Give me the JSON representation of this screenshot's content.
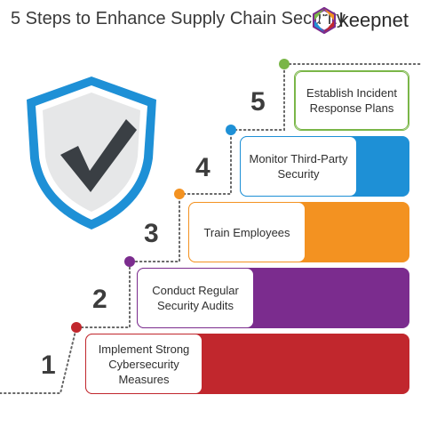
{
  "title": "5 Steps to Enhance Supply Chain Security",
  "brand": {
    "name": "keepnet"
  },
  "colors": {
    "step1": "#c1272d",
    "step2": "#7b2c8e",
    "step3": "#f39221",
    "step4": "#1e90d6",
    "step5": "#7ab648",
    "shield_outer": "#1e90d6",
    "shield_inner": "#e6e7e8",
    "check": "#3a3f44"
  },
  "steps": [
    {
      "number": "1",
      "label": "Implement Strong Cybersecurity Measures"
    },
    {
      "number": "2",
      "label": "Conduct Regular Security Audits"
    },
    {
      "number": "3",
      "label": "Train Employees"
    },
    {
      "number": "4",
      "label": "Monitor Third-Party Security"
    },
    {
      "number": "5",
      "label": "Establish Incident Response Plans"
    }
  ]
}
